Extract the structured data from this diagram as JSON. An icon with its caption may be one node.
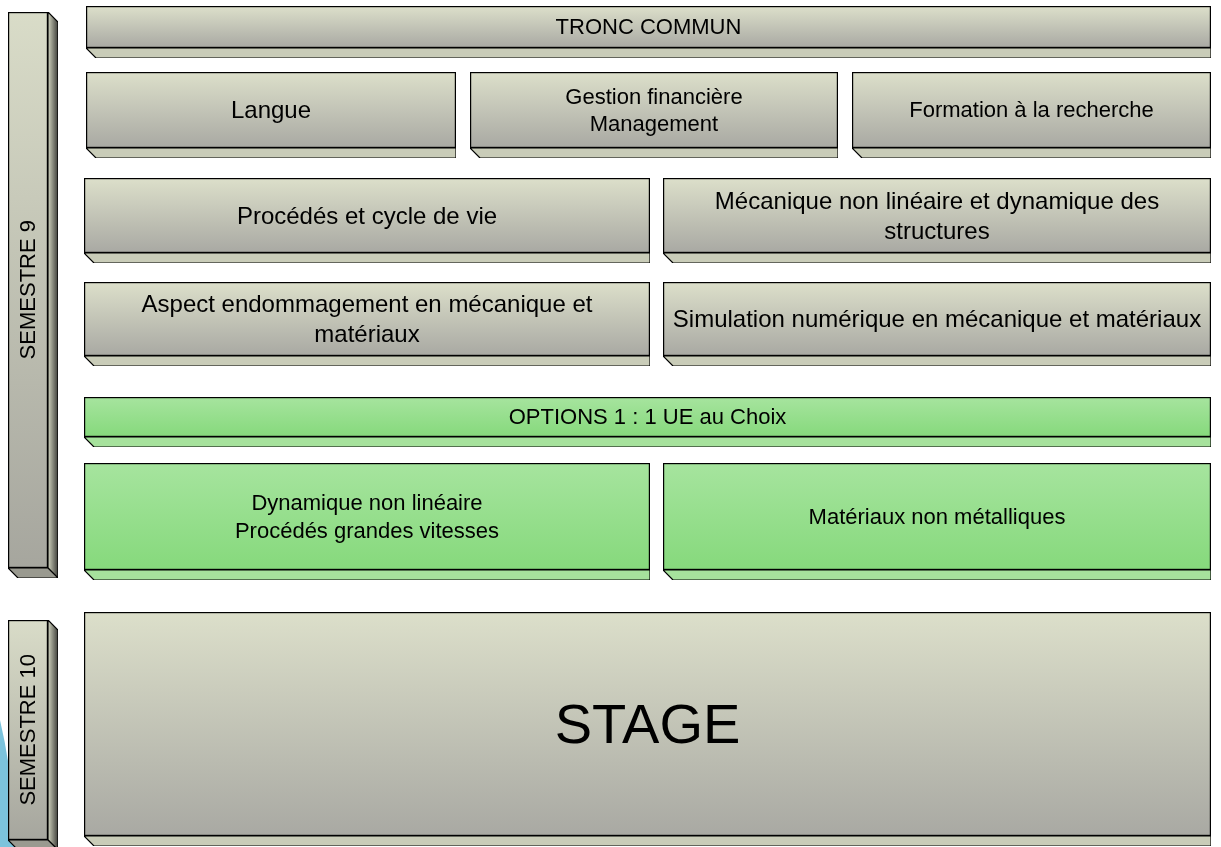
{
  "diagram": {
    "nodes": [
      {
        "text": [
          "SEMESTRE 9"
        ]
      },
      {
        "text": [
          "TRONC COMMUN"
        ]
      },
      {
        "text": [
          "Langue"
        ]
      },
      {
        "text": [
          "Gestion financière",
          "Management"
        ]
      },
      {
        "text": [
          "Formation à la recherche"
        ]
      },
      {
        "text": [
          "Procédés et cycle de vie"
        ]
      },
      {
        "text": [
          "Mécanique non linéaire et dynamique des structures"
        ]
      },
      {
        "text": [
          "Aspect endommagement en mécanique et matériaux"
        ]
      },
      {
        "text": [
          "Simulation numérique en mécanique et matériaux"
        ]
      },
      {
        "text": [
          "OPTIONS 1 : 1 UE au Choix"
        ]
      },
      {
        "text": [
          "Dynamique non linéaire",
          "Procédés grandes vitesses"
        ]
      },
      {
        "text": [
          "Matériaux non métalliques"
        ]
      },
      {
        "text": [
          "SEMESTRE 10"
        ]
      },
      {
        "text": [
          "STAGE"
        ]
      }
    ]
  }
}
